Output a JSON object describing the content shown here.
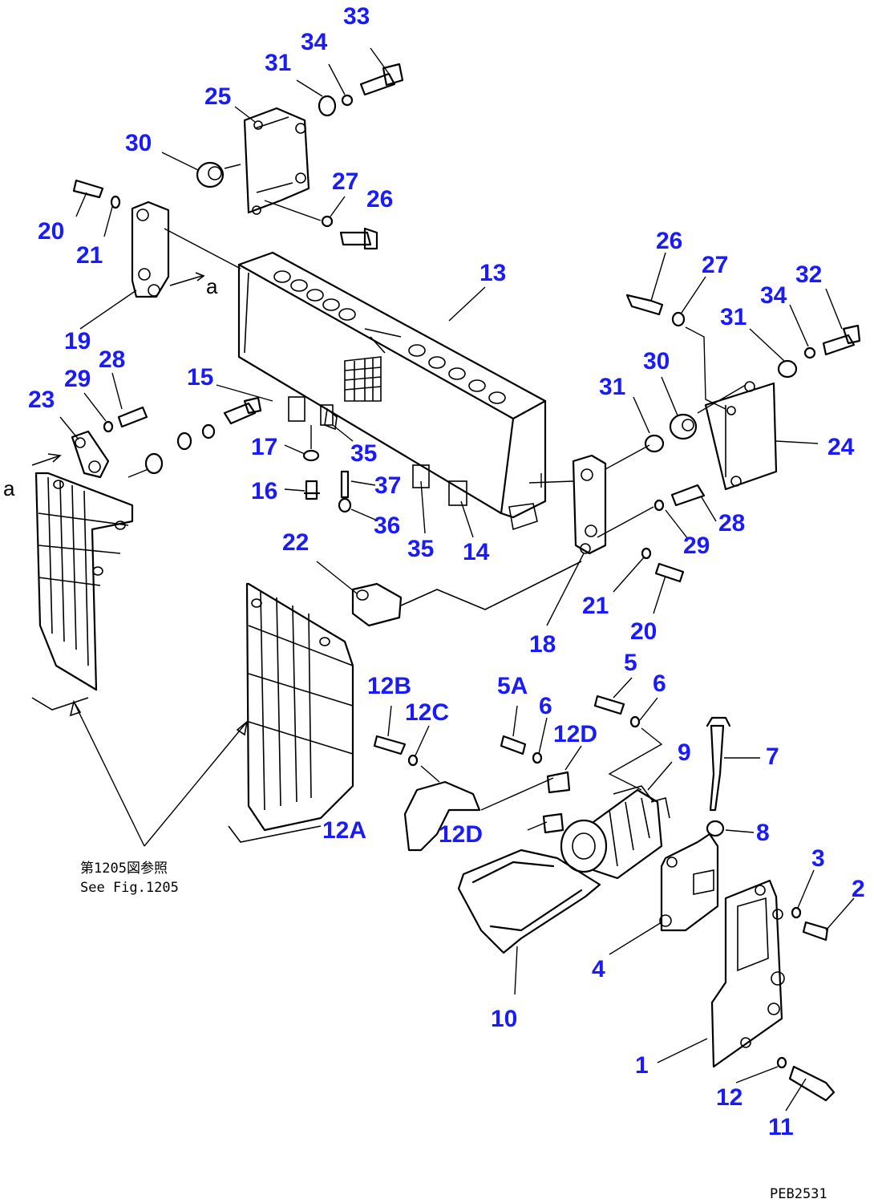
{
  "diagram": {
    "callouts": [
      {
        "id": "c33",
        "label": "33"
      },
      {
        "id": "c34a",
        "label": "34"
      },
      {
        "id": "c31a",
        "label": "31"
      },
      {
        "id": "c25",
        "label": "25"
      },
      {
        "id": "c30a",
        "label": "30"
      },
      {
        "id": "c27a",
        "label": "27"
      },
      {
        "id": "c26a",
        "label": "26"
      },
      {
        "id": "c20a",
        "label": "20"
      },
      {
        "id": "c21a",
        "label": "21"
      },
      {
        "id": "c13",
        "label": "13"
      },
      {
        "id": "c26b",
        "label": "26"
      },
      {
        "id": "c27b",
        "label": "27"
      },
      {
        "id": "c32",
        "label": "32"
      },
      {
        "id": "c34b",
        "label": "34"
      },
      {
        "id": "c31b",
        "label": "31"
      },
      {
        "id": "c19",
        "label": "19"
      },
      {
        "id": "c28a",
        "label": "28"
      },
      {
        "id": "c29a",
        "label": "29"
      },
      {
        "id": "c23",
        "label": "23"
      },
      {
        "id": "c15",
        "label": "15"
      },
      {
        "id": "c30b",
        "label": "30"
      },
      {
        "id": "c31c",
        "label": "31"
      },
      {
        "id": "c24",
        "label": "24"
      },
      {
        "id": "c17",
        "label": "17"
      },
      {
        "id": "c35a",
        "label": "35"
      },
      {
        "id": "c16",
        "label": "16"
      },
      {
        "id": "c37",
        "label": "37"
      },
      {
        "id": "c36",
        "label": "36"
      },
      {
        "id": "c28b",
        "label": "28"
      },
      {
        "id": "c29b",
        "label": "29"
      },
      {
        "id": "c22",
        "label": "22"
      },
      {
        "id": "c35b",
        "label": "35"
      },
      {
        "id": "c14",
        "label": "14"
      },
      {
        "id": "c21b",
        "label": "21"
      },
      {
        "id": "c20b",
        "label": "20"
      },
      {
        "id": "c18",
        "label": "18"
      },
      {
        "id": "c12B",
        "label": "12B"
      },
      {
        "id": "c12C",
        "label": "12C"
      },
      {
        "id": "c5A",
        "label": "5A"
      },
      {
        "id": "c5",
        "label": "5"
      },
      {
        "id": "c6a",
        "label": "6"
      },
      {
        "id": "c6b",
        "label": "6"
      },
      {
        "id": "c12Da",
        "label": "12D"
      },
      {
        "id": "c9",
        "label": "9"
      },
      {
        "id": "c7",
        "label": "7"
      },
      {
        "id": "c12A",
        "label": "12A"
      },
      {
        "id": "c12Db",
        "label": "12D"
      },
      {
        "id": "c8",
        "label": "8"
      },
      {
        "id": "c3",
        "label": "3"
      },
      {
        "id": "c2",
        "label": "2"
      },
      {
        "id": "c4",
        "label": "4"
      },
      {
        "id": "c10",
        "label": "10"
      },
      {
        "id": "c1",
        "label": "1"
      },
      {
        "id": "c12",
        "label": "12"
      },
      {
        "id": "c11",
        "label": "11"
      }
    ],
    "view_marks": [
      "a",
      "a"
    ],
    "reference_note": {
      "jp": "第1205図参照",
      "en": "See Fig.1205"
    },
    "drawing_code": "PEB2531"
  }
}
